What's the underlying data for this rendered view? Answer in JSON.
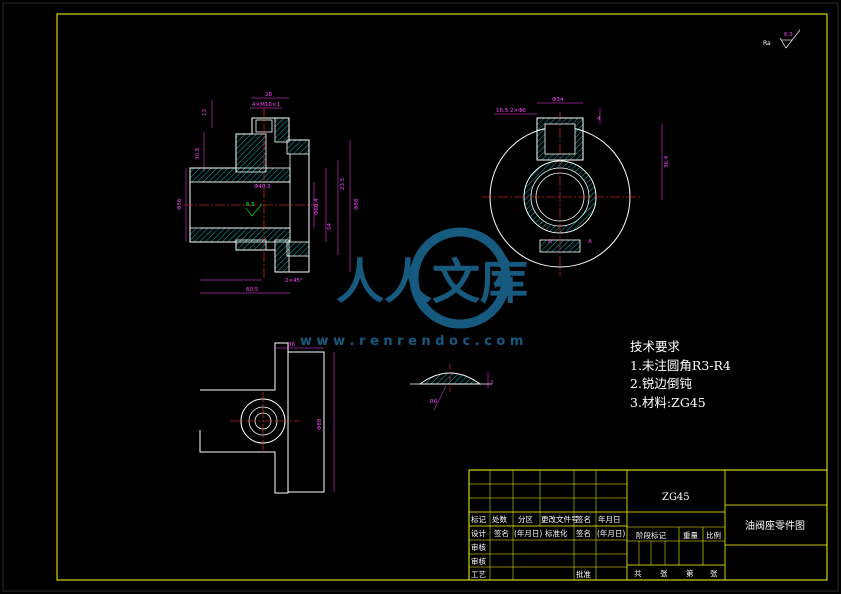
{
  "drawing": {
    "roughness_symbol": "Ra",
    "tech_requirements": {
      "title": "技术要求",
      "items": [
        "1.未注圆角R3-R4",
        "2.锐边倒钝",
        "3.材料:ZG45"
      ]
    }
  },
  "watermark": {
    "brand": "人人文库",
    "url": "w w w . r e n r e n d o c . c o m"
  },
  "title_block": {
    "material": "ZG45",
    "part_name": "油阀座零件图",
    "row_labels_top": [
      "标记",
      "处数",
      "分区",
      "更改文件号",
      "签名",
      "年月日"
    ],
    "row_labels_design": [
      "设计",
      "签名",
      "(年月日)",
      "标准化",
      "签名",
      "(年月日)"
    ],
    "stage_labels": [
      "阶段标记",
      "重量",
      "比例"
    ],
    "left_labels": [
      "审核",
      "审核",
      "工艺"
    ],
    "approve_label": "批准",
    "sheet_labels": [
      "共",
      "张",
      "第",
      "张"
    ]
  },
  "colors": {
    "background": "#000000",
    "frame": "#ffff00",
    "outline": "#ffffff",
    "dimension": "#ff44ff",
    "hatch": "#00ffff",
    "center": "#ff3333",
    "note": "#00ff00",
    "watermark": "#1a6a96"
  }
}
